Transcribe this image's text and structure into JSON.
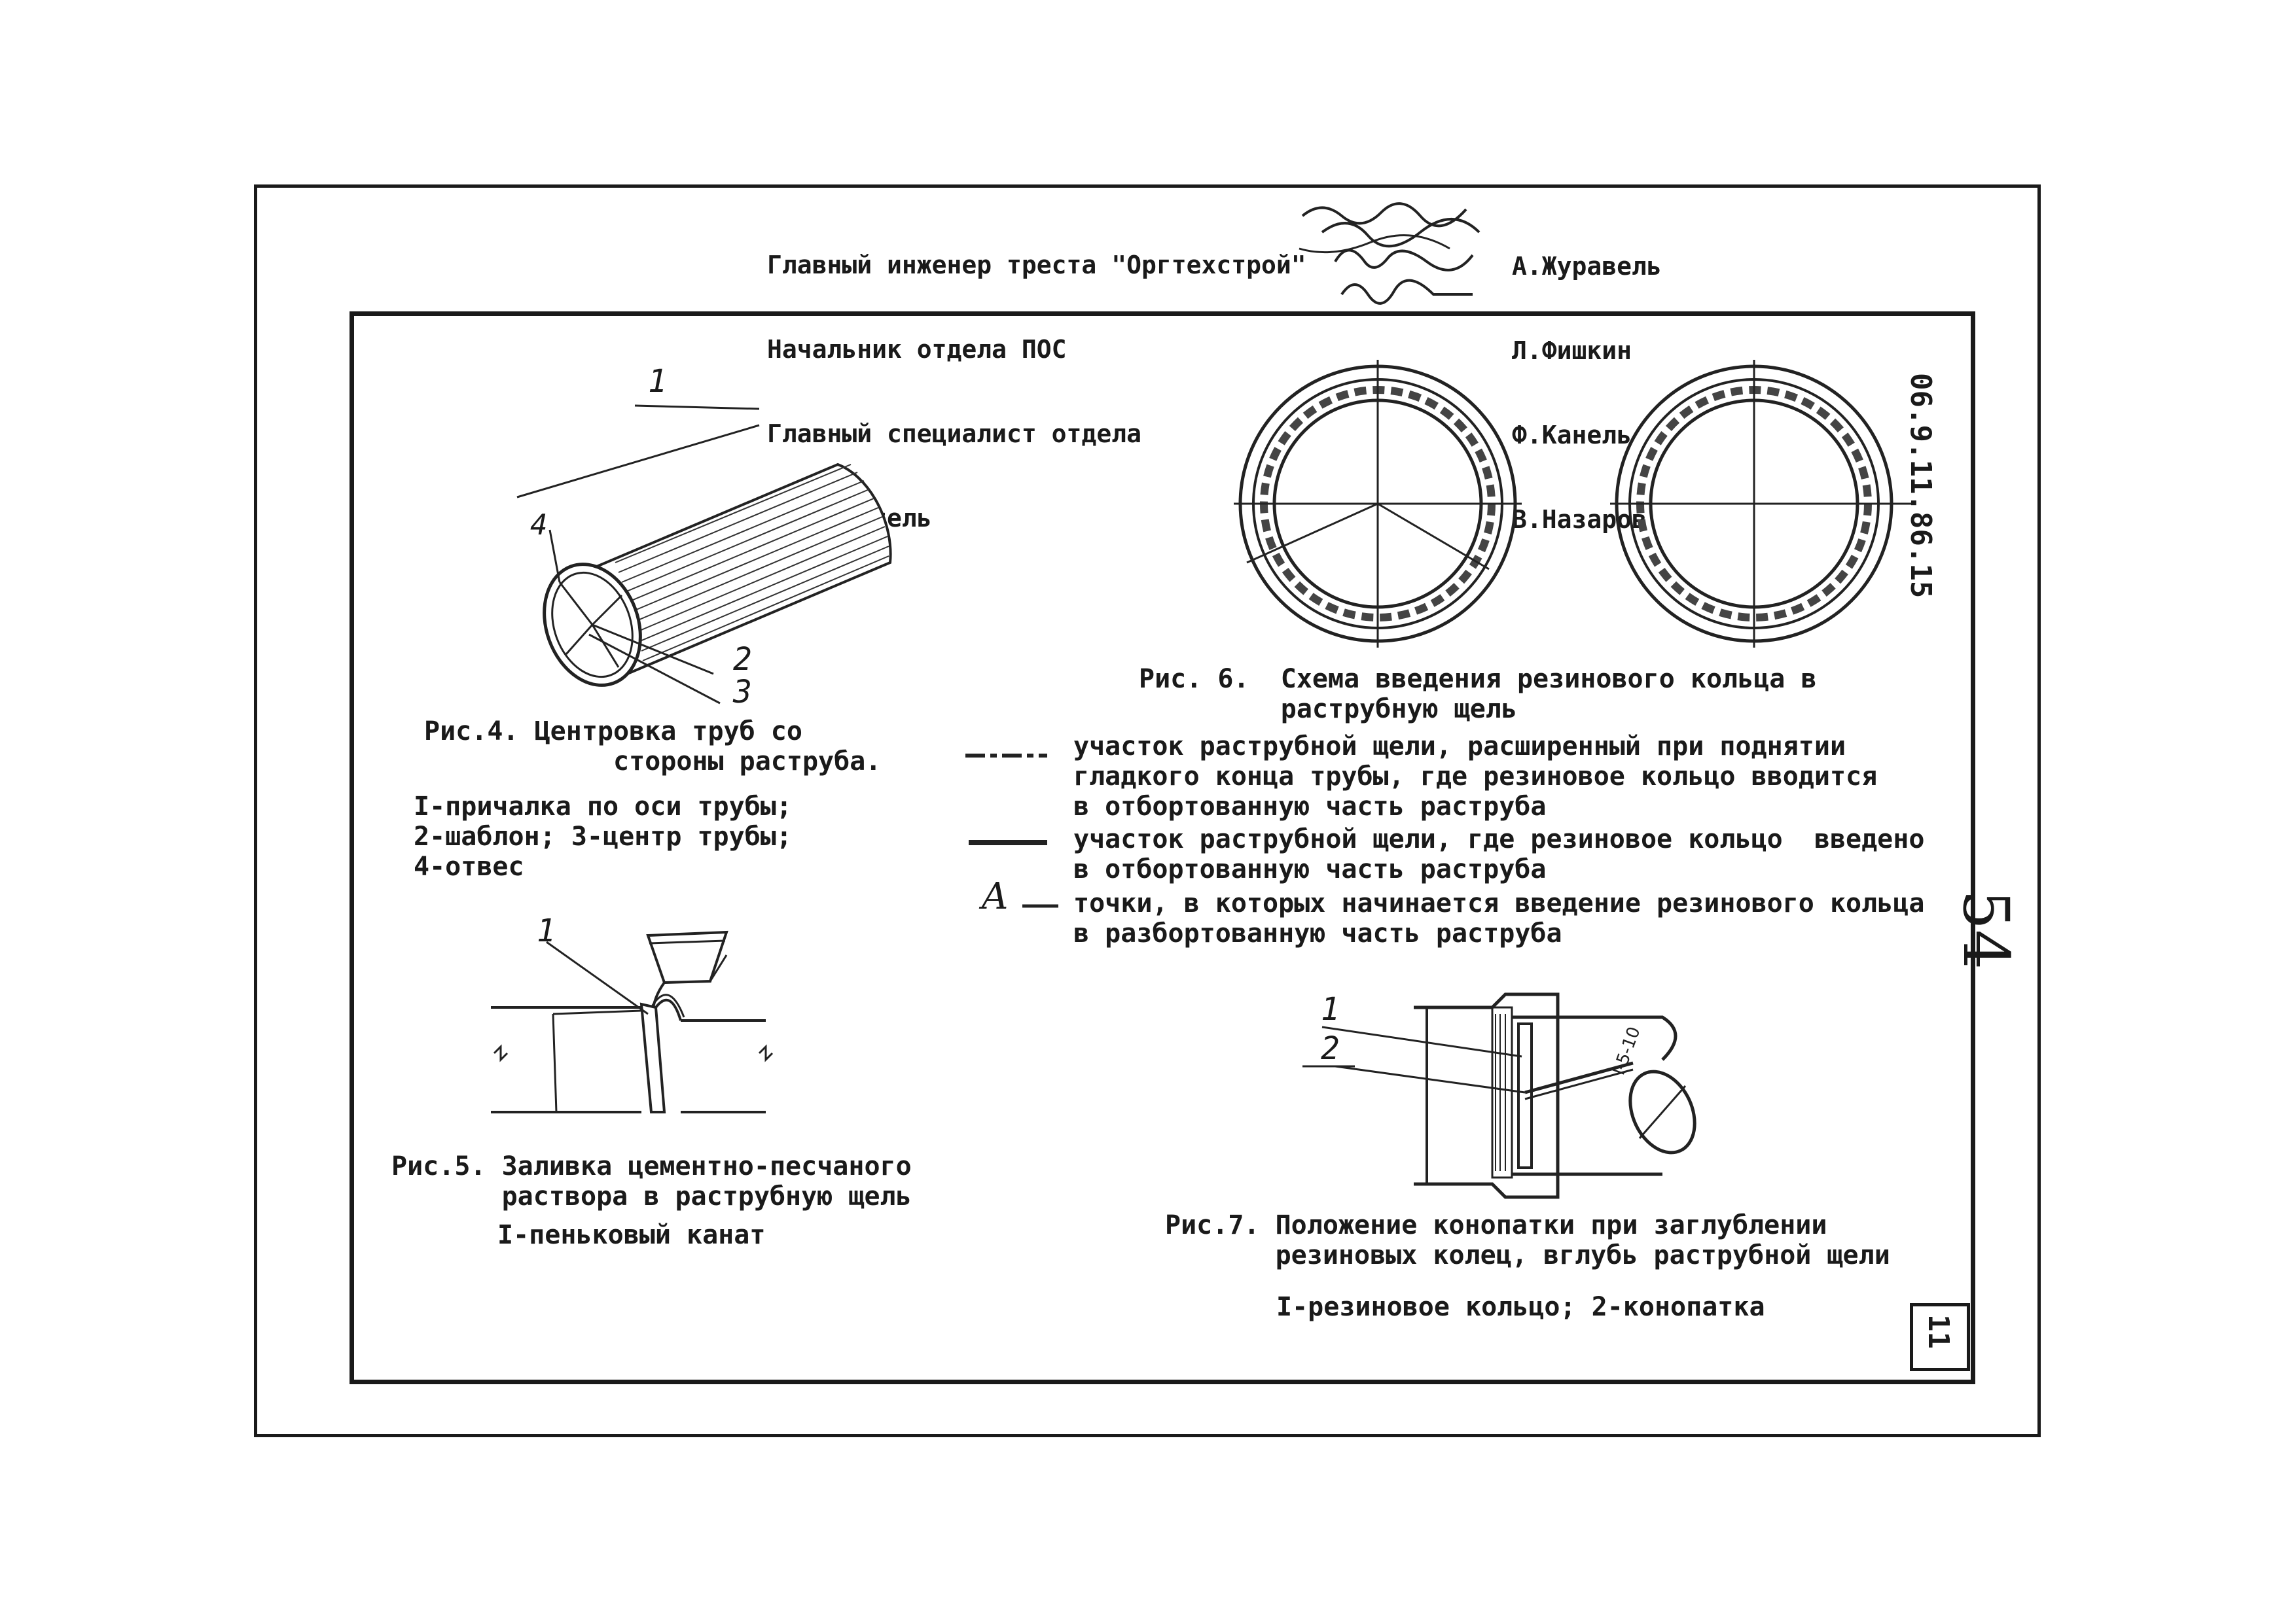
{
  "header": {
    "roles": [
      "Главный инженер треста \"Оргтехстрой\"",
      "Начальник отдела ПОС",
      "Главный специалист отдела",
      "Исполнитель"
    ],
    "names": [
      "А.Журавель",
      "Л.Фишкин",
      "Ф.Канель",
      "В.Назаров"
    ]
  },
  "doc_code": "06.9.11.86.15",
  "sheet_number": "11",
  "handwritten_page": "54",
  "fig4": {
    "caption": "Рис.4. Центровка труб со\n            стороны раструба.",
    "legend": "I-причалка по оси трубы;\n2-шаблон; 3-центр трубы;\n4-отвес",
    "labels": [
      "1",
      "2",
      "3",
      "4"
    ]
  },
  "fig5": {
    "caption": "Рис.5. Заливка цементно-песчаного\n       раствора в раструбную щель",
    "legend": "I-пеньковый канат",
    "labels": [
      "1"
    ]
  },
  "fig6": {
    "caption": "Рис. 6.  Схема введения резинового кольца в\n         раструбную щель",
    "legend": [
      {
        "symbol": "dashed",
        "text": "участок раструбной щели, расширенный при поднятии\nгладкого конца трубы, где резиновое кольцо вводится\nв отбортованную часть раструба"
      },
      {
        "symbol": "solid",
        "text": "участок раструбной щели, где резиновое кольцо  введено\nв отбортованную часть раструба"
      },
      {
        "symbol": "A",
        "text": "точки, в которых начинается введение резинового кольца\nв разбортованную часть раструба"
      }
    ]
  },
  "fig7": {
    "caption": "Рис.7. Положение конопатки при заглублении\n       резиновых колец, вглубь раструбной щели",
    "legend": "I-резиновое кольцо; 2-конопатка",
    "labels": [
      "1",
      "2"
    ]
  }
}
